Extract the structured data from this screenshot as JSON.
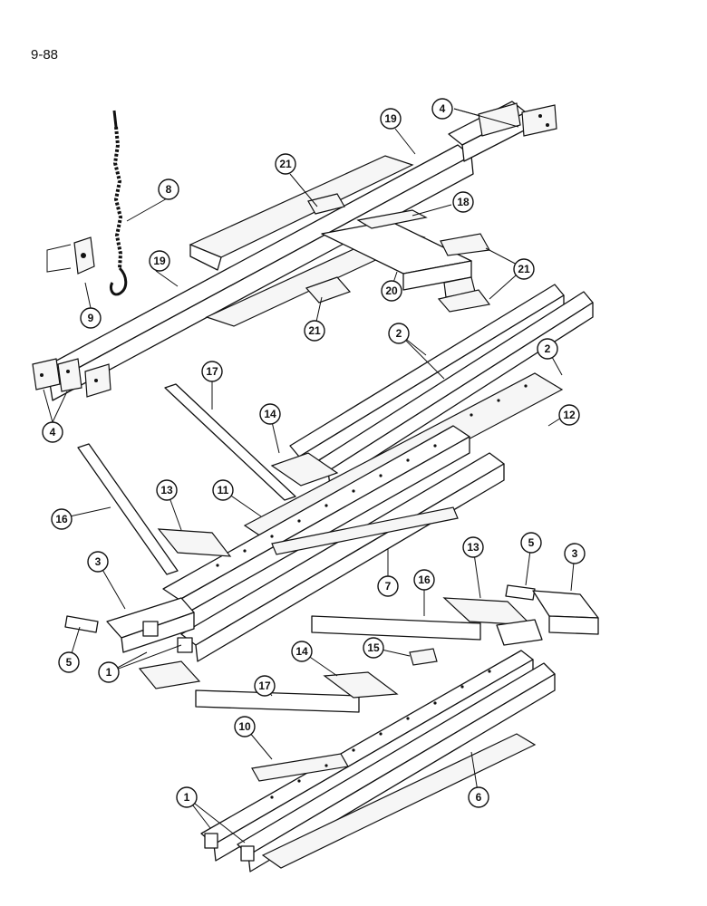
{
  "page": {
    "number": "9-88"
  },
  "callouts": [
    {
      "id": "c4a",
      "label": "4"
    },
    {
      "id": "c19a",
      "label": "19"
    },
    {
      "id": "c21a",
      "label": "21"
    },
    {
      "id": "c8",
      "label": "8"
    },
    {
      "id": "c18",
      "label": "18"
    },
    {
      "id": "c19b",
      "label": "19"
    },
    {
      "id": "c21b",
      "label": "21"
    },
    {
      "id": "c20",
      "label": "20"
    },
    {
      "id": "c9",
      "label": "9"
    },
    {
      "id": "c21c",
      "label": "21"
    },
    {
      "id": "c2a",
      "label": "2"
    },
    {
      "id": "c2b",
      "label": "2"
    },
    {
      "id": "c17a",
      "label": "17"
    },
    {
      "id": "c4b",
      "label": "4"
    },
    {
      "id": "c14a",
      "label": "14"
    },
    {
      "id": "c12",
      "label": "12"
    },
    {
      "id": "c13a",
      "label": "13"
    },
    {
      "id": "c11",
      "label": "11"
    },
    {
      "id": "c16a",
      "label": "16"
    },
    {
      "id": "c3a",
      "label": "3"
    },
    {
      "id": "c7",
      "label": "7"
    },
    {
      "id": "c13b",
      "label": "13"
    },
    {
      "id": "c5a",
      "label": "5"
    },
    {
      "id": "c3b",
      "label": "3"
    },
    {
      "id": "c16b",
      "label": "16"
    },
    {
      "id": "c5b",
      "label": "5"
    },
    {
      "id": "c1a",
      "label": "1"
    },
    {
      "id": "c17b",
      "label": "17"
    },
    {
      "id": "c14b",
      "label": "14"
    },
    {
      "id": "c15",
      "label": "15"
    },
    {
      "id": "c10",
      "label": "10"
    },
    {
      "id": "c6",
      "label": "6"
    },
    {
      "id": "c1b",
      "label": "1"
    }
  ]
}
